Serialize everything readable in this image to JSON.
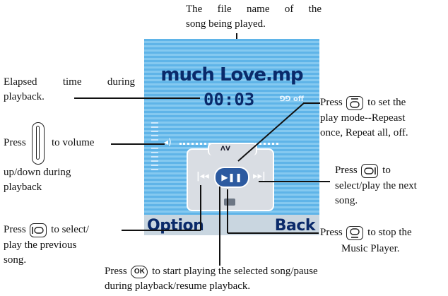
{
  "screen": {
    "title": "much Love.mp",
    "time": "00:03",
    "mode_indicator": "⅁⅁ off",
    "volume_icon": "◂)",
    "control_mode": "ΛV",
    "prev": "|◂◂",
    "play_pause": "▶❚❚",
    "next": "▸▸|",
    "left_softkey": "Option",
    "right_softkey": "Back"
  },
  "labels": {
    "filename_line1": "The file name of the",
    "filename_line2": "song being played.",
    "elapsed_line1": "Elapsed time during",
    "elapsed_line2": "playback.",
    "volume_press": "Press",
    "volume_line1_rest": "to volume",
    "volume_line2": "up/down during",
    "volume_line3": "playback",
    "prev_press": "Press",
    "prev_line1_rest": "to select/",
    "prev_line2": "play the previous",
    "prev_line3": "song.",
    "mode_press": "Press",
    "mode_line1_rest": "to set the",
    "mode_line2": "play mode--Repeast",
    "mode_line3": "once, Repeat all, off.",
    "next_press": "Press",
    "next_line1_rest": "to",
    "next_line2": "select/play the next",
    "next_line3": "song.",
    "stop_press": "Press",
    "stop_line1_rest": "to stop the",
    "stop_line2": "Music Player.",
    "ok_press": "Press",
    "ok_key": "OK",
    "ok_line1_rest": "to start playing the selected song/pause",
    "ok_line2": "during playback/resume playback."
  }
}
